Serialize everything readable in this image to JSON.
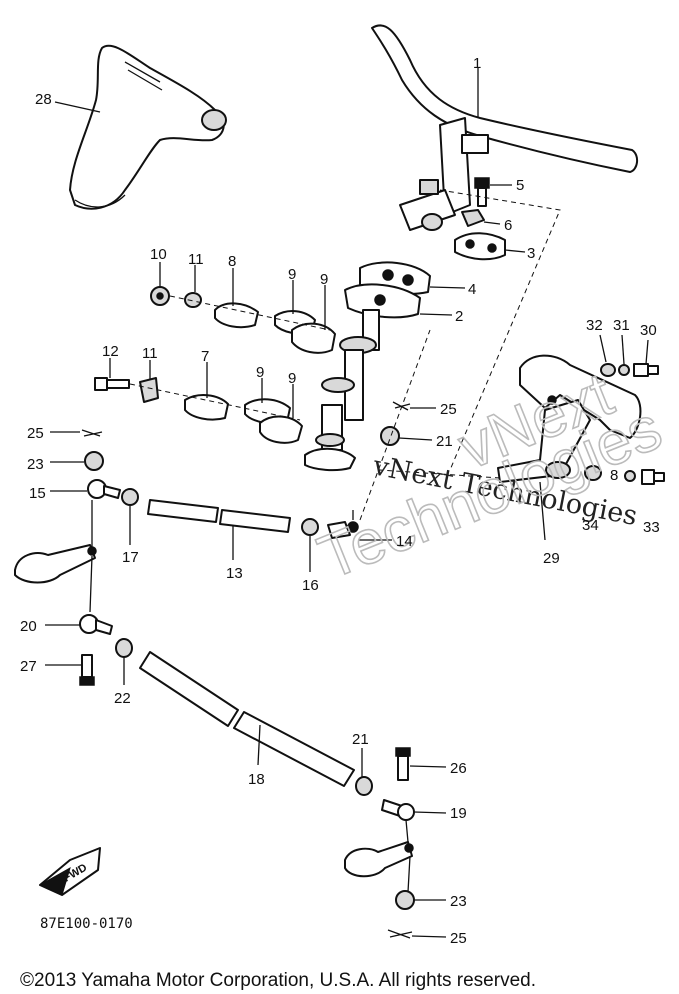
{
  "diagram": {
    "code": "87E100-0170",
    "fwd_label": "FWD",
    "watermark": {
      "line1": "vNext Technologies",
      "line2": "vNext",
      "line3": "Technologies"
    },
    "copyright": "©2013 Yamaha Motor Corporation, U.S.A. All rights reserved.",
    "callouts": [
      {
        "id": "c1",
        "text": "1"
      },
      {
        "id": "c2",
        "text": "2"
      },
      {
        "id": "c3",
        "text": "3"
      },
      {
        "id": "c4",
        "text": "4"
      },
      {
        "id": "c5",
        "text": "5"
      },
      {
        "id": "c6",
        "text": "6"
      },
      {
        "id": "c7",
        "text": "7"
      },
      {
        "id": "c8a",
        "text": "8"
      },
      {
        "id": "c8b",
        "text": "8"
      },
      {
        "id": "c9a",
        "text": "9"
      },
      {
        "id": "c9b",
        "text": "9"
      },
      {
        "id": "c9c",
        "text": "9"
      },
      {
        "id": "c9d",
        "text": "9"
      },
      {
        "id": "c10",
        "text": "10"
      },
      {
        "id": "c11a",
        "text": "11"
      },
      {
        "id": "c11b",
        "text": "11"
      },
      {
        "id": "c12",
        "text": "12"
      },
      {
        "id": "c13",
        "text": "13"
      },
      {
        "id": "c14",
        "text": "14"
      },
      {
        "id": "c15",
        "text": "15"
      },
      {
        "id": "c16",
        "text": "16"
      },
      {
        "id": "c17",
        "text": "17"
      },
      {
        "id": "c18",
        "text": "18"
      },
      {
        "id": "c19",
        "text": "19"
      },
      {
        "id": "c20",
        "text": "20"
      },
      {
        "id": "c21a",
        "text": "21"
      },
      {
        "id": "c21b",
        "text": "21"
      },
      {
        "id": "c22",
        "text": "22"
      },
      {
        "id": "c23a",
        "text": "23"
      },
      {
        "id": "c23b",
        "text": "23"
      },
      {
        "id": "c25a",
        "text": "25"
      },
      {
        "id": "c25b",
        "text": "25"
      },
      {
        "id": "c25c",
        "text": "25"
      },
      {
        "id": "c26",
        "text": "26"
      },
      {
        "id": "c27",
        "text": "27"
      },
      {
        "id": "c28",
        "text": "28"
      },
      {
        "id": "c29",
        "text": "29"
      },
      {
        "id": "c30",
        "text": "30"
      },
      {
        "id": "c31",
        "text": "31"
      },
      {
        "id": "c32",
        "text": "32"
      },
      {
        "id": "c33",
        "text": "33"
      },
      {
        "id": "c34",
        "text": "34"
      }
    ]
  }
}
